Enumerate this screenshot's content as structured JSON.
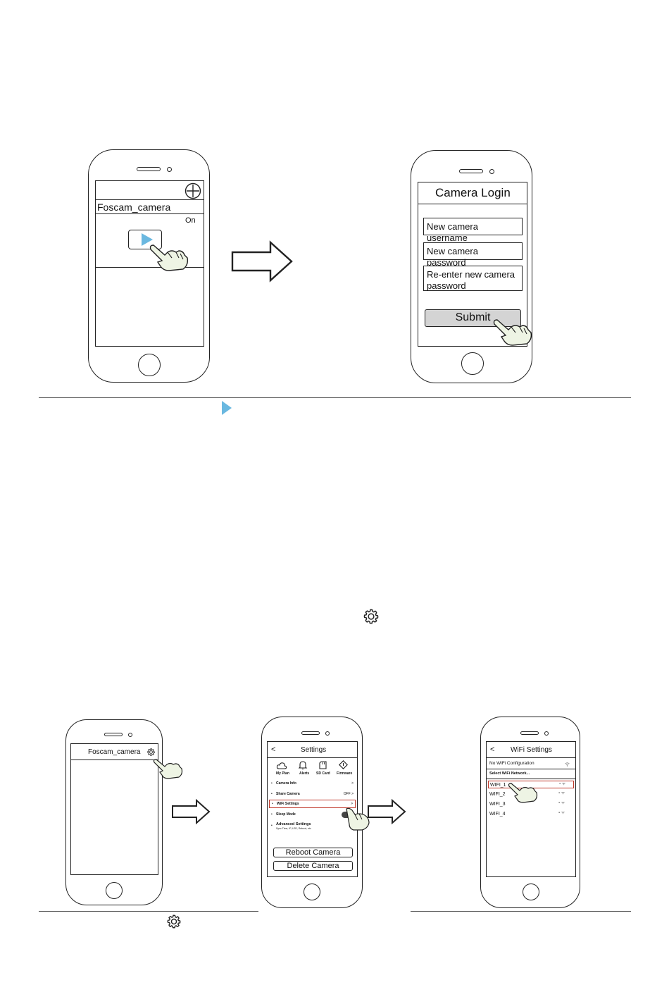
{
  "top_row": {
    "phone1": {
      "camera_name": "Foscam_camera",
      "status": "On",
      "add_icon": "plus-circle-icon",
      "play_icon": "play-icon"
    },
    "phone2": {
      "title": "Camera Login",
      "username_placeholder": "New camera username",
      "password_placeholder": "New camera password",
      "reenter_placeholder": "Re-enter new camera password",
      "submit_label": "Submit"
    }
  },
  "bottom_row": {
    "phone1": {
      "camera_name": "Foscam_camera",
      "settings_icon": "gear-icon"
    },
    "phone2": {
      "back": "<",
      "title": "Settings",
      "icons": [
        {
          "label": "My Plan",
          "icon": "cloud-icon"
        },
        {
          "label": "Alerts",
          "icon": "bell-icon"
        },
        {
          "label": "SD Card",
          "icon": "sd-card-icon"
        },
        {
          "label": "Firmware",
          "icon": "firmware-icon"
        }
      ],
      "rows": [
        {
          "label": "Camera Info",
          "value": ">"
        },
        {
          "label": "Share Camera",
          "value": "OFF >"
        },
        {
          "label": "WiFi Settings",
          "value": ">"
        },
        {
          "label": "Sleep Mode",
          "value": ""
        },
        {
          "label": "Advanced Settings",
          "value": ""
        }
      ],
      "advanced_sub": "Sync Time, IP, LED, Reboot, etc",
      "reboot_label": "Reboot Camera",
      "delete_label": "Delete Camera"
    },
    "phone3": {
      "back": "<",
      "title": "WiFi Settings",
      "no_wifi": "No WiFi Configuration",
      "select": "Select WiFi Network...",
      "networks": [
        "WIFI_1",
        "WIFI_2",
        "WIFI_3",
        "WIFI_4"
      ]
    }
  },
  "inline_icons": {
    "play": "play-icon",
    "gear_mid": "gear-icon",
    "gear_bottom": "gear-icon"
  },
  "colors": {
    "play_blue": "#6ab8e0",
    "highlight_red": "#c0392b",
    "submit_gray": "#d4d4d4",
    "hand_fill": "#eef4e4"
  }
}
